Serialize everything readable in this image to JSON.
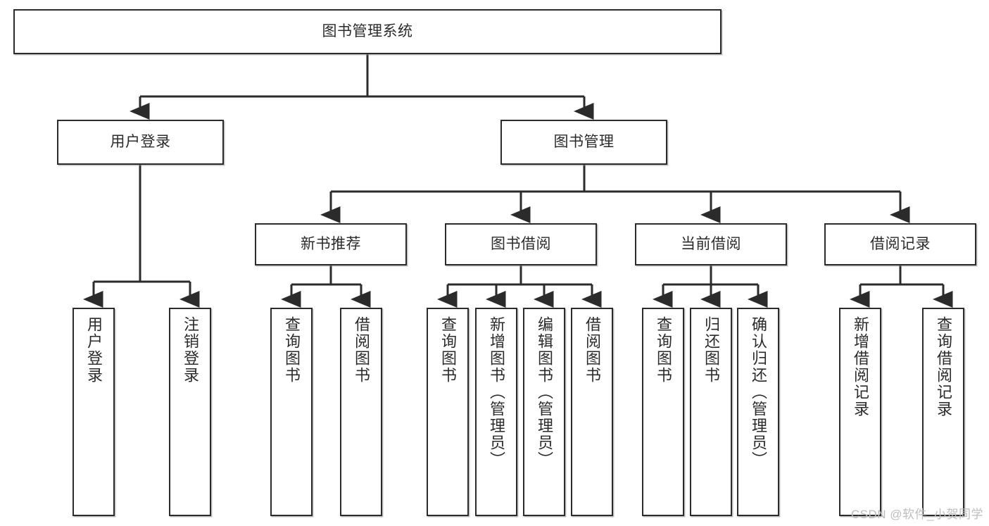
{
  "diagram": {
    "title": "图书管理系统",
    "type": "hierarchy-tree",
    "accent_color": "#2b2b2b",
    "background_color": "#ffffff",
    "nodes": {
      "root": {
        "label": "图书管理系统",
        "orientation": "horizontal"
      },
      "user_login": {
        "label": "用户登录",
        "orientation": "horizontal"
      },
      "book_manage": {
        "label": "图书管理",
        "orientation": "horizontal"
      },
      "new_book_rec": {
        "label": "新书推荐",
        "orientation": "horizontal"
      },
      "book_borrow": {
        "label": "图书借阅",
        "orientation": "horizontal"
      },
      "current_borrow": {
        "label": "当前借阅",
        "orientation": "horizontal"
      },
      "borrow_record": {
        "label": "借阅记录",
        "orientation": "horizontal"
      },
      "leaf_user_login": {
        "label": "用户登录",
        "orientation": "vertical"
      },
      "leaf_logout": {
        "label": "注销登录",
        "orientation": "vertical"
      },
      "leaf_query_book_1": {
        "label": "查询图书",
        "orientation": "vertical"
      },
      "leaf_borrow_book_1": {
        "label": "借阅图书",
        "orientation": "vertical"
      },
      "leaf_query_book_2": {
        "label": "查询图书",
        "orientation": "vertical"
      },
      "leaf_add_book": {
        "label": "新增图书（管理员）",
        "orientation": "vertical"
      },
      "leaf_edit_book": {
        "label": "编辑图书（管理员）",
        "orientation": "vertical"
      },
      "leaf_borrow_book_2": {
        "label": "借阅图书",
        "orientation": "vertical"
      },
      "leaf_query_book_3": {
        "label": "查询图书",
        "orientation": "vertical"
      },
      "leaf_return_book": {
        "label": "归还图书",
        "orientation": "vertical"
      },
      "leaf_confirm_return": {
        "label": "确认归还（管理员）",
        "orientation": "vertical"
      },
      "leaf_add_record": {
        "label": "新增借阅记录",
        "orientation": "vertical"
      },
      "leaf_query_record": {
        "label": "查询借阅记录",
        "orientation": "vertical"
      }
    },
    "watermark": "CSDN @软件_小贺同学"
  }
}
